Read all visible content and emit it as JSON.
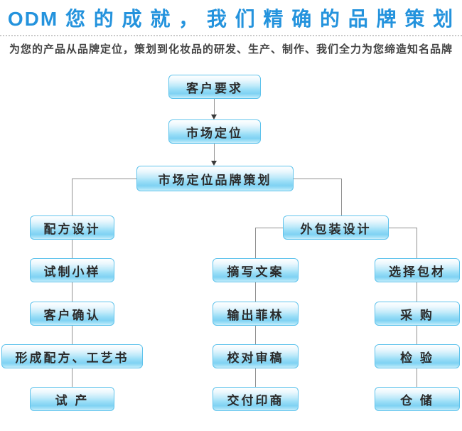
{
  "header": {
    "title": "ODM 您 的 成 就 ， 我 们 精 确 的 品 牌 策 划",
    "subtitle": "为您的产品从品牌定位，策划到化妆品的研发、生产、制作、我们全力为您缔造知名品牌",
    "title_color": "#2493dd",
    "subtitle_color": "#444444"
  },
  "flowchart": {
    "box_border_color": "#5fc3ec",
    "box_gradient_top": "#ffffff",
    "box_gradient_bottom": "#7fd2f3",
    "connector_color": "#929292",
    "arrow_color": "#3a3a3a",
    "nodes": [
      {
        "id": "customer-requirements",
        "label": "客户要求"
      },
      {
        "id": "market-positioning",
        "label": "市场定位"
      },
      {
        "id": "market-positioning-brand-planning",
        "label": "市场定位品牌策划"
      },
      {
        "id": "formula-design",
        "label": "配方设计"
      },
      {
        "id": "outer-packaging-design",
        "label": "外包装设计"
      },
      {
        "id": "trial-sample",
        "label": "试制小样"
      },
      {
        "id": "copywriting",
        "label": "摘写文案"
      },
      {
        "id": "select-packaging-material",
        "label": "选择包材"
      },
      {
        "id": "customer-confirmation",
        "label": "客户确认"
      },
      {
        "id": "output-film",
        "label": "输出菲林"
      },
      {
        "id": "procurement",
        "label": "采 购"
      },
      {
        "id": "formula-process-book",
        "label": "形成配方、工艺书"
      },
      {
        "id": "proofreading-review",
        "label": "校对审稿"
      },
      {
        "id": "inspection",
        "label": "检 验"
      },
      {
        "id": "trial-production",
        "label": "试 产"
      },
      {
        "id": "deliver-to-printer",
        "label": "交付印商"
      },
      {
        "id": "warehousing",
        "label": "仓 储"
      }
    ]
  }
}
